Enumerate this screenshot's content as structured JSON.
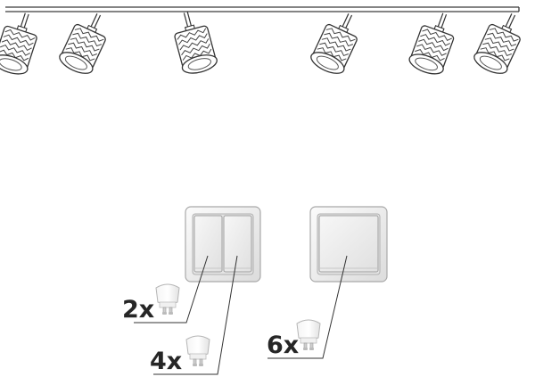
{
  "illustration": {
    "fixture": {
      "name": "ceiling-track-with-six-spotlights",
      "spotlight_count": 6,
      "line_color": "#3a3a3a"
    },
    "switches": [
      {
        "name": "double-rocker-switch",
        "circuits": [
          {
            "name": "left-rocker",
            "quantity_label": "2x",
            "bulb_count": 2
          },
          {
            "name": "right-rocker",
            "quantity_label": "4x",
            "bulb_count": 4
          }
        ]
      },
      {
        "name": "single-rocker-switch",
        "circuits": [
          {
            "name": "single-rocker",
            "quantity_label": "6x",
            "bulb_count": 6
          }
        ]
      }
    ],
    "bulb_icon": "gu10-bulb-icon",
    "colors": {
      "switch_face": "#e9e9e9",
      "switch_plate": "#f3f3f3",
      "switch_border": "#9a9a9a",
      "text": "#262626"
    }
  }
}
